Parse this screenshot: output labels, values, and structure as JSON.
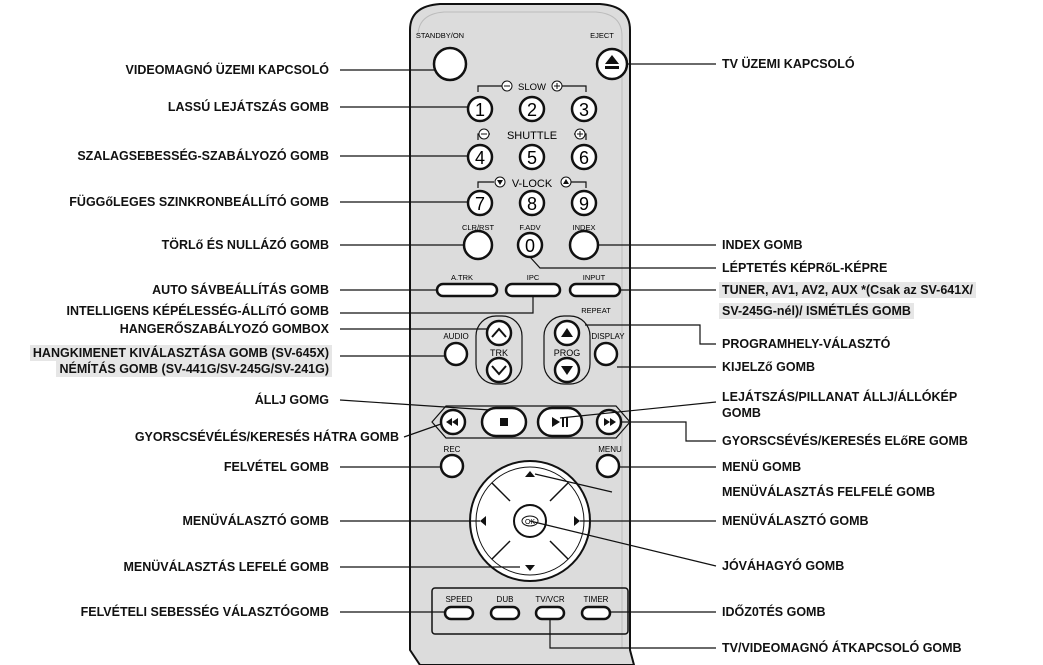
{
  "remote": {
    "top_buttons": [
      "STANDBY/ON",
      "EJECT"
    ],
    "slow_label": "SLOW",
    "shuttle_label": "SHUTTLE",
    "vlock_label": "V-LOCK",
    "digits": [
      "1",
      "2",
      "3",
      "4",
      "5",
      "6",
      "7",
      "8",
      "9",
      "0"
    ],
    "clr_rst": "CLR/RST",
    "f_adv": "F.ADV",
    "index": "INDEX",
    "a_trk": "A.TRK",
    "ipc": "IPC",
    "input": "INPUT",
    "repeat": "REPEAT",
    "audio": "AUDIO",
    "trk": "TRK",
    "prog": "PROG",
    "display": "DISPLAY",
    "rec": "REC",
    "menu": "MENU",
    "ok": "OK",
    "speed": "SPEED",
    "dub": "DUB",
    "tvvcr": "TV/VCR",
    "timer": "TIMER"
  },
  "left_labels": [
    "VIDEOMAGNÓ ÜZEMI KAPCSOLÓ",
    "LASSÚ LEJÁTSZÁS GOMB",
    "SZALAGSEBESSÉG-SZABÁLYOZÓ GOMB",
    "FÜGGőLEGES SZINKRONBEÁLLÍTÓ GOMB",
    "TÖRLő ÉS NULLÁZÓ GOMB",
    "AUTO SÁVBEÁLLÍTÁS GOMB",
    "INTELLIGENS KÉPÉLESSÉG-ÁLLíTÓ GOMB",
    "HANGERŐSZABÁLYOZÓ GOMBOX",
    "HANGKIMENET KIVÁLASZTÁSA GOMB (SV-645X)",
    "NÉMÍTÁS GOMB (SV-441G/SV-245G/SV-241G)",
    "ÁLLJ GOMG",
    "GYORSCSÉVÉLÉS/KERESÉS HÁTRA GOMB",
    "FELVÉTEL GOMB",
    "MENÜVÁLASZTÓ GOMB",
    "MENÜVÁLASZTÁS LEFELÉ GOMB",
    "FELVÉTELI SEBESSÉG VÁLASZTÓGOMB"
  ],
  "right_labels": [
    "TV ÜZEMI KAPCSOLÓ",
    "INDEX GOMB",
    "LÉPTETÉS KÉPRőL-KÉPRE",
    "TUNER, AV1, AV2, AUX *(Csak az SV-641X/",
    "SV-245G-nél)/ ISMÉTLÉS GOMB",
    "PROGRAMHELY-VÁLASZTÓ",
    "KIJELZő GOMB",
    "LEJÁTSZÁS/PILLANAT ÁLLJ/ÁLLÓKÉP",
    "GOMB",
    "GYORSCSÉVÉS/KERESÉS ELőRE GOMB",
    "MENÜ GOMB",
    "MENÜVÁLASZTÁS FELFELÉ GOMB",
    "MENÜVÁLASZTÓ GOMB",
    "JÓVÁHAGYÓ GOMB",
    "IDŐZ0TÉS GOMB",
    "TV/VIDEOMAGNÓ ÁTKAPCSOLÓ GOMB"
  ]
}
